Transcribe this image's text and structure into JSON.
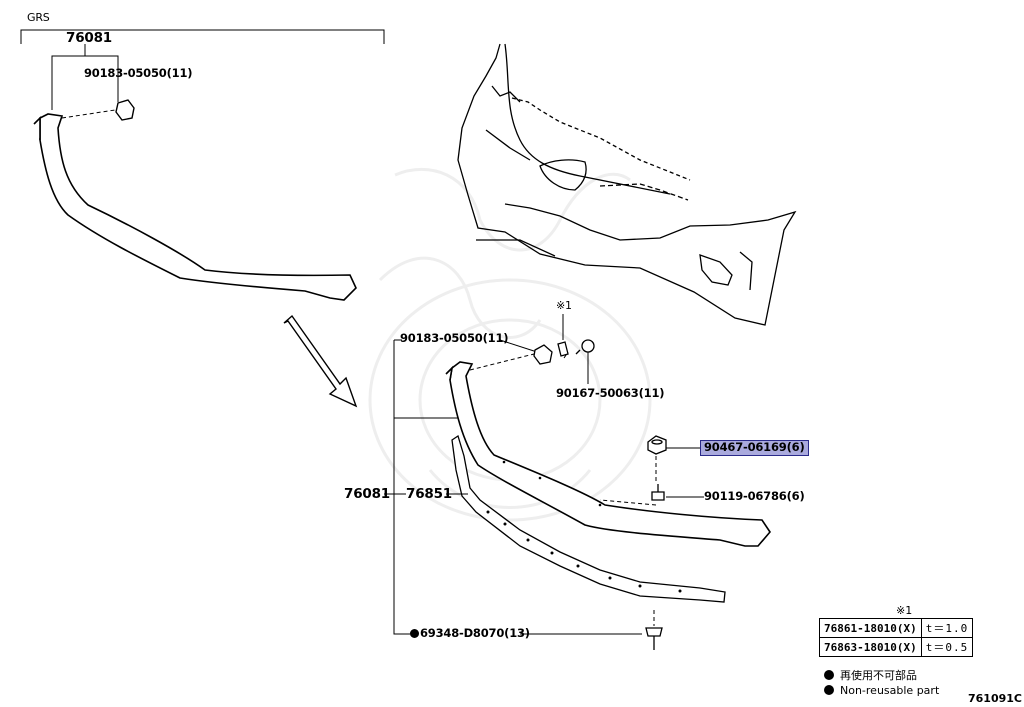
{
  "group_label": "GRS",
  "assembly_top": "76081",
  "assembly_left": "76081",
  "sub_assembly": "76851",
  "parts": {
    "clip_top": "90183-05050(11)",
    "clip_mid": "90183-05050(11)",
    "screw": "90167-50063(11)",
    "nut": "90467-06169(6)",
    "bolt": "90119-06786(6)",
    "rivet": "69348-D8070(13)"
  },
  "shim_note_mark": "※1",
  "shim_mark_top": "※1",
  "shim_table": [
    {
      "part": "76861-18010(X)",
      "thickness": "t＝1.0"
    },
    {
      "part": "76863-18010(X)",
      "thickness": "t＝0.5"
    }
  ],
  "legend": {
    "jp": "再使用不可部品",
    "en": "Non-reusable part"
  },
  "diagram_id": "761091C",
  "highlight_color": "#aaaadd"
}
